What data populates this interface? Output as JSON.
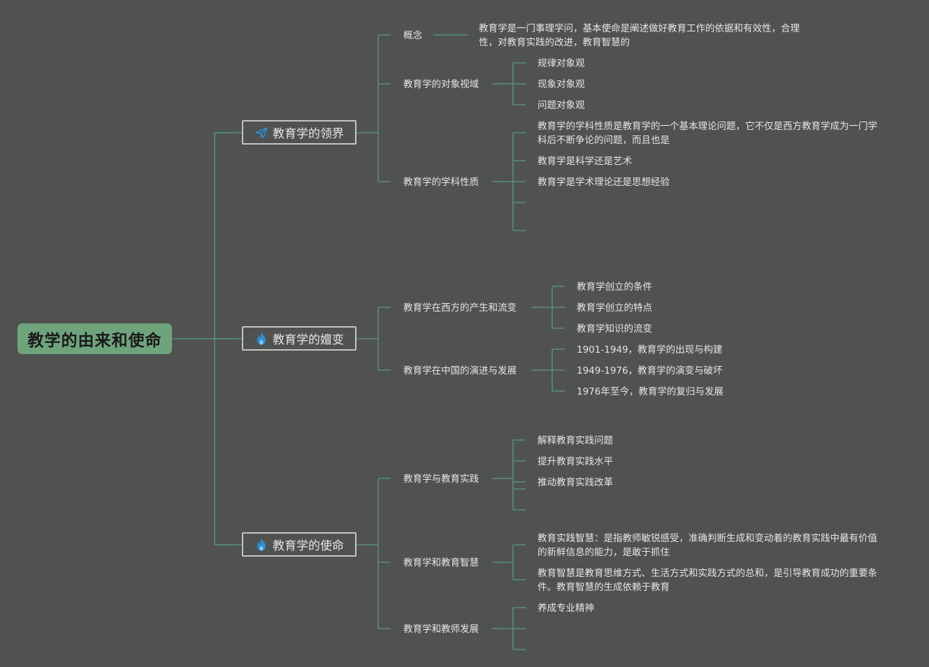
{
  "root": {
    "label": "教学的由来和使命"
  },
  "branches": [
    {
      "label": "教育学的领界",
      "icon": "paper-plane-icon",
      "children": [
        {
          "label": "概念",
          "leaves": [
            "教育学是一门事理学问，基本使命是阐述做好教育工作的依据和有效性，合理性，对教育实践的改进，教育智慧的"
          ]
        },
        {
          "label": "教育学的对象视域",
          "leaves": [
            "规律对象观",
            "现象对象观",
            "问题对象观"
          ]
        },
        {
          "label": "教育学的学科性质",
          "leaves": [
            "教育学的学科性质是教育学的一个基本理论问题，它不仅是西方教育学成为一门学科后不断争论的问题，而且也是",
            "教育学是科学还是艺术",
            "教育学是学术理论还是思想经验",
            "",
            ""
          ]
        }
      ]
    },
    {
      "label": "教育学的嬗变",
      "icon": "flame-icon",
      "children": [
        {
          "label": "教育学在西方的产生和流变",
          "leaves": [
            "教育学创立的条件",
            "教育学创立的特点",
            "教育学知识的流变"
          ]
        },
        {
          "label": "教育学在中国的演进与发展",
          "leaves": [
            "1901-1949，教育学的出现与构建",
            "1949-1976，教育学的演变与破坏",
            "1976年至今，教育学的复归与发展"
          ]
        }
      ]
    },
    {
      "label": "教育学的使命",
      "icon": "flame-icon",
      "children": [
        {
          "label": "教育学与教育实践",
          "leaves": [
            "解释教育实践问题",
            "提升教育实践水平",
            "推动教育实践改革",
            "",
            ""
          ]
        },
        {
          "label": "教育学和教育智慧",
          "leaves": [
            "教育实践智慧：是指教师敏锐感受，准确判断生成和变动着的教育实践中最有价值的新鲜信息的能力，是敢于抓住",
            "教育智慧是教育思维方式、生活方式和实践方式的总和，是引导教育成功的重要条件。教育智慧的生成依赖于教育"
          ]
        },
        {
          "label": "教育学和教师发展",
          "leaves": [
            "养成专业精神",
            "",
            ""
          ]
        }
      ]
    }
  ],
  "colors": {
    "background": "#50524f",
    "line": "#5a9a88",
    "root_fill": "#6fa37c",
    "icon_blue": "#2d8fd6"
  }
}
